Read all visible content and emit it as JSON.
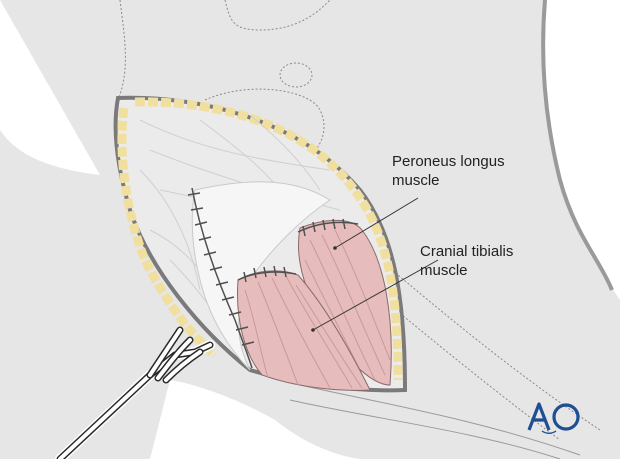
{
  "labels": {
    "peroneus_line1": "Peroneus longus",
    "peroneus_line2": "muscle",
    "tibialis_line1": "Cranial tibialis",
    "tibialis_line2": "muscle"
  },
  "logo": {
    "text": "AO"
  },
  "colors": {
    "limb": "#e6e6e6",
    "wound_bg": "#ebebeb",
    "wound_edge": "#7a7a7a",
    "fat": "#f1dfa0",
    "muscle": "#e7bcbc",
    "suture": "#505050",
    "logo": "#1f4e93",
    "leader": "#333333"
  },
  "icons": [
    "retractor-icon",
    "ao-logo-icon"
  ]
}
